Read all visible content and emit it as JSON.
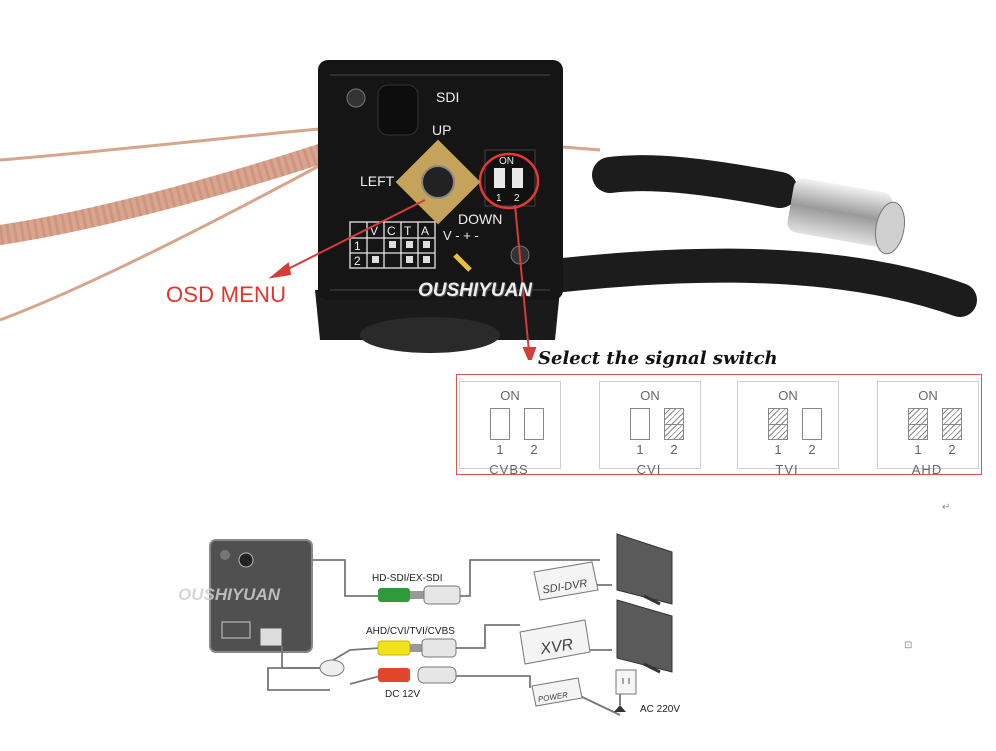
{
  "photo": {
    "board_labels": {
      "sdi": "SDI",
      "up": "UP",
      "left": "LEFT",
      "down": "DOWN",
      "dip_on": "ON",
      "dip_1": "1",
      "dip_2": "2",
      "power_pins": "V - + -",
      "table_headers": [
        "V",
        "C",
        "T",
        "A"
      ],
      "table_rows": [
        "1",
        "2"
      ]
    },
    "osd_label": "OSD MENU",
    "watermark": "OUSHIYUAN"
  },
  "signal_switch": {
    "title": "Select the signal switch",
    "on_label": "ON",
    "pos1": "1",
    "pos2": "2",
    "modes": [
      {
        "name": "CVBS",
        "switch1_on": false,
        "switch2_on": false
      },
      {
        "name": "CVI",
        "switch1_on": false,
        "switch2_on": true
      },
      {
        "name": "TVI",
        "switch1_on": true,
        "switch2_on": false
      },
      {
        "name": "AHD",
        "switch1_on": true,
        "switch2_on": true
      }
    ]
  },
  "wiring_diagram": {
    "watermark": "OUSHIYUAN",
    "cable_sdi": "HD-SDI/EX-SDI",
    "cable_analog": "AHD/CVI/TVI/CVBS",
    "cable_power": "DC 12V",
    "device_sdi_dvr": "SDI-DVR",
    "device_xvr": "XVR",
    "device_power": "POWER",
    "mains": "AC 220V",
    "connector_colors": {
      "sdi": "#2e9a3c",
      "analog": "#f2e21a",
      "power": "#e0472a"
    }
  },
  "marks": {
    "return_mark": "↵",
    "square_mark": "⊡"
  }
}
